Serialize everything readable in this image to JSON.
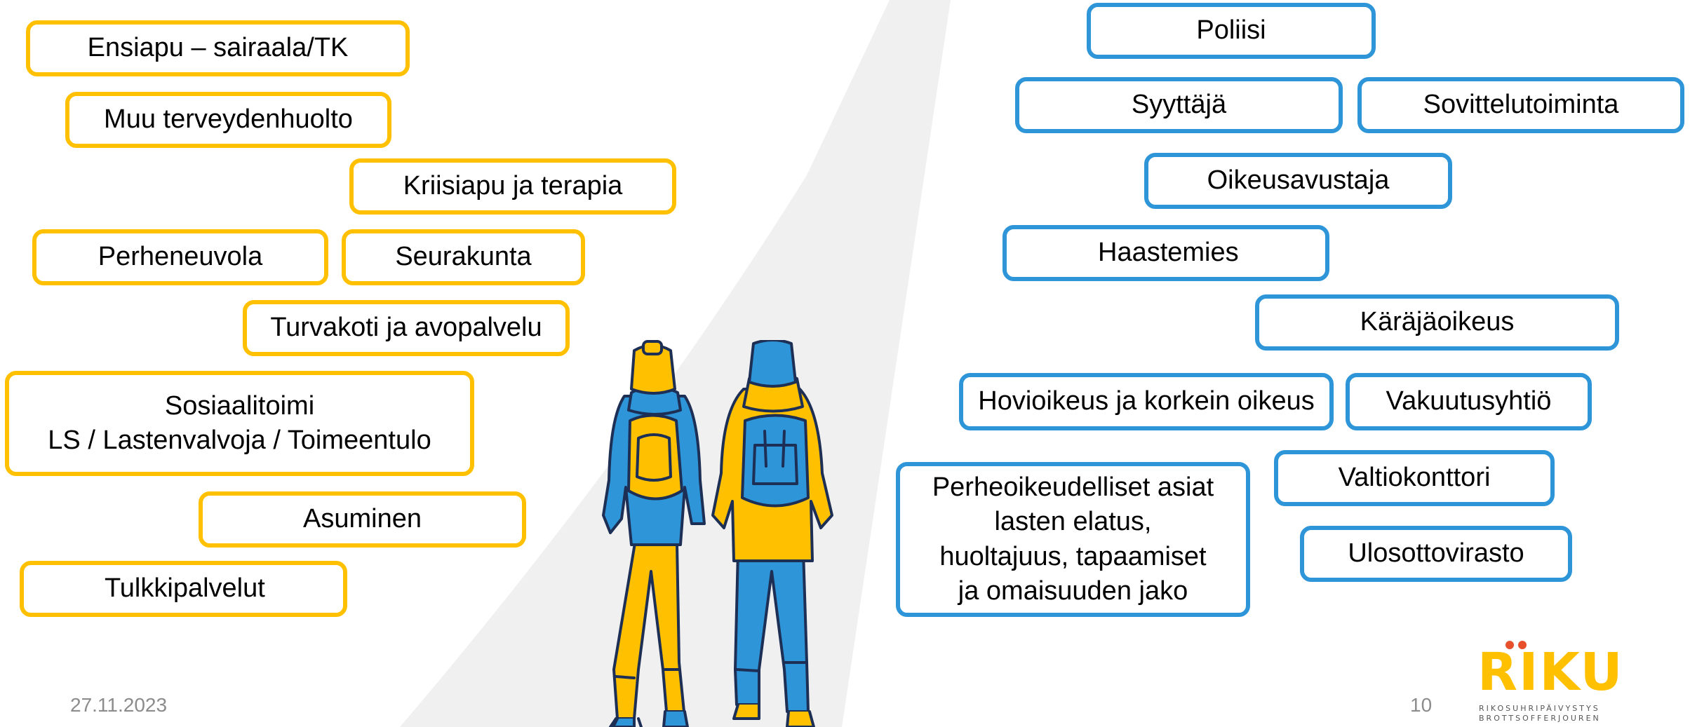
{
  "services_left": {
    "ensiapu": "Ensiapu – sairaala/TK",
    "muu_terveydenhuolto": "Muu terveydenhuolto",
    "kriisiapu": "Kriisiapu ja terapia",
    "perheneuvola": "Perheneuvola",
    "seurakunta": "Seurakunta",
    "turvakoti": "Turvakoti ja avopalvelu",
    "sosiaalitoimi": {
      "line1": "Sosiaalitoimi",
      "line2": "LS / Lastenvalvoja / Toimeentulo"
    },
    "asuminen": "Asuminen",
    "tulkkipalvelut": "Tulkkipalvelut"
  },
  "services_right": {
    "poliisi": "Poliisi",
    "syyttaja": "Syyttäjä",
    "sovittelutoiminta": "Sovittelutoiminta",
    "oikeusavustaja": "Oikeusavustaja",
    "haastemies": "Haastemies",
    "karajaoikeus": "Käräjäoikeus",
    "hovioikeus": "Hovioikeus ja korkein oikeus",
    "vakuutusyhtio": "Vakuutusyhtiö",
    "valtiokonttori": "Valtiokonttori",
    "ulosottovirasto": "Ulosottovirasto",
    "perheoikeudelliset": {
      "line1": "Perheoikeudelliset asiat",
      "line2": "lasten elatus,",
      "line3": "huoltajuus, tapaamiset",
      "line4": "ja omaisuuden jako"
    }
  },
  "footer": {
    "date": "27.11.2023",
    "page_number": "10"
  },
  "logo": {
    "name": "RIKU",
    "line1": "RIKOSUHRIPÄIVYSTYS",
    "line2": "BROTTSOFFERJOUREN"
  },
  "colors": {
    "yellow_border": "#ffc000",
    "blue_border": "#2e95d8",
    "path_grey": "#f0f0f0",
    "logo_yellow": "#ffc000"
  }
}
